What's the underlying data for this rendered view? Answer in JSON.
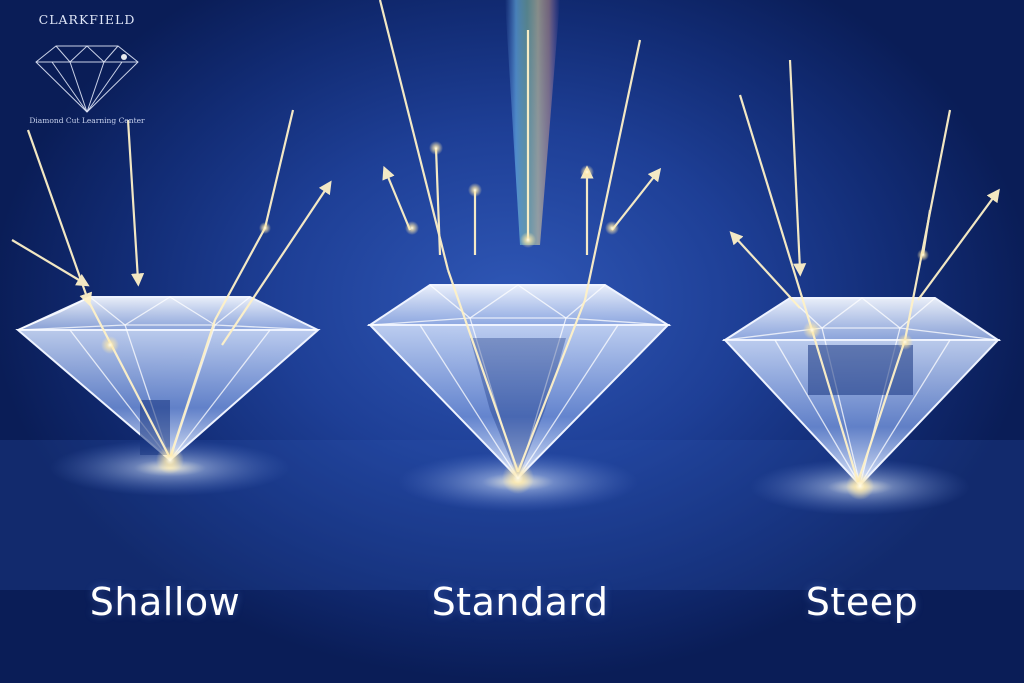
{
  "brand": {
    "name": "CLARKFIELD",
    "subtitle": "Diamond Cut Learning Center",
    "logo_icon": "diamond-icon"
  },
  "diamonds": [
    {
      "id": "shallow",
      "label": "Shallow"
    },
    {
      "id": "standard",
      "label": "Standard"
    },
    {
      "id": "steep",
      "label": "Steep"
    }
  ],
  "colors": {
    "background": "#1e3f96",
    "background_dark": "#0a1d57",
    "light_ray": "#fff2c8",
    "label_text": "#ffffff"
  }
}
